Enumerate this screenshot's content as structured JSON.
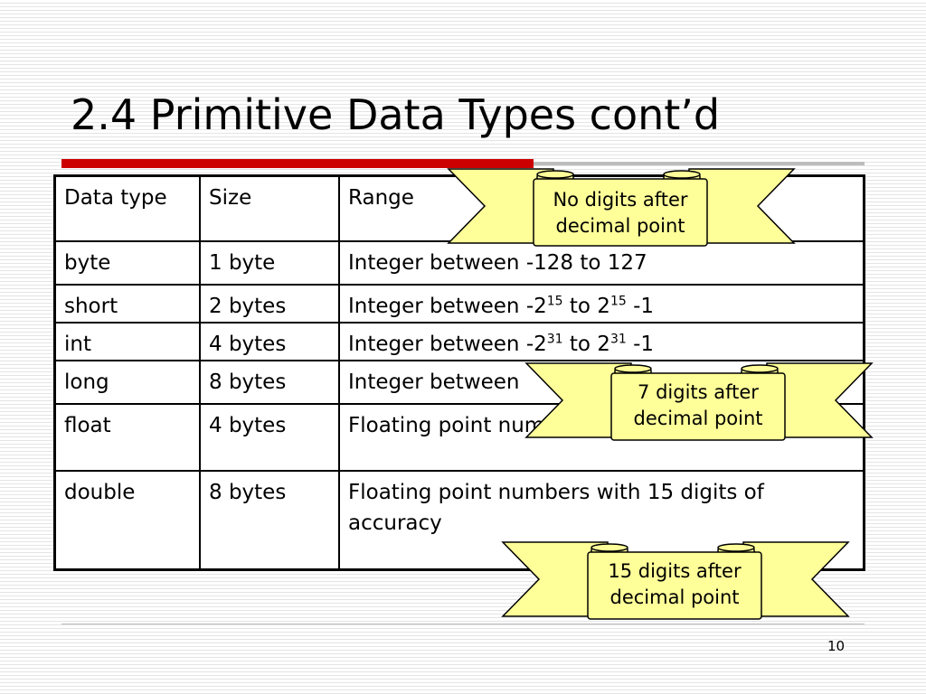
{
  "slide": {
    "title": "2.4 Primitive Data Types cont’d",
    "page_number": "10"
  },
  "table": {
    "headers": [
      "Data type",
      "Size",
      "Range"
    ],
    "rows": [
      {
        "type": "byte",
        "size": "1 byte",
        "range": "Integer between -128 to 127"
      },
      {
        "type": "short",
        "size": "2 bytes",
        "range_prefix": "Integer between -2",
        "exp1": "15",
        "range_mid": " to 2",
        "exp2": "15",
        "range_suffix": " -1"
      },
      {
        "type": "int",
        "size": "4 bytes",
        "range_prefix": "Integer between -2",
        "exp1": "31",
        "range_mid": " to 2",
        "exp2": "31",
        "range_suffix": " -1"
      },
      {
        "type": "long",
        "size": "8 bytes",
        "range": "Integer between"
      },
      {
        "type": "float",
        "size": "4 bytes",
        "range": "Floating point numbers with 7 digits of accuracy"
      },
      {
        "type": "double",
        "size": "8 bytes",
        "range": "Floating point numbers with 15 digits of accuracy"
      }
    ]
  },
  "callouts": [
    {
      "line1": "No digits after",
      "line2": "decimal point"
    },
    {
      "line1": "7 digits after",
      "line2": "decimal point"
    },
    {
      "line1": "15 digits after",
      "line2": "decimal point"
    }
  ],
  "colors": {
    "title_underline": "#cc0000",
    "banner_fill": "#ffff99",
    "banner_stroke": "#000000"
  }
}
